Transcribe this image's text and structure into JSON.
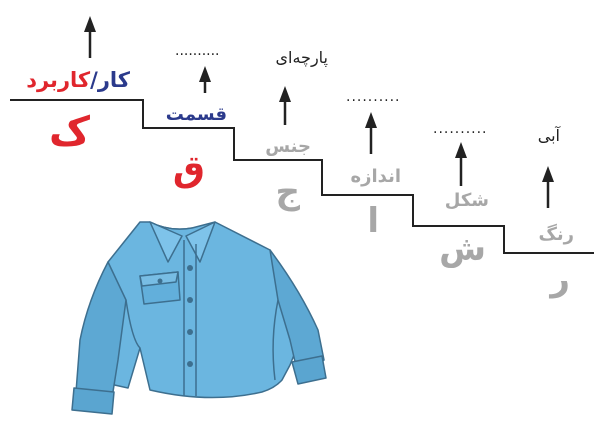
{
  "colors": {
    "red": "#e0262d",
    "blue": "#2b3a8c",
    "gray": "#a7a7a7",
    "ink": "#222222",
    "shirt": "#6bb6e0"
  },
  "steps": [
    {
      "key": "kar",
      "label_parts": [
        "کار",
        "/",
        "کاربرد"
      ],
      "letter": "ک",
      "value": ""
    },
    {
      "key": "ghesmat",
      "label": "قسمت",
      "letter": "ق",
      "value": ".........."
    },
    {
      "key": "jens",
      "label": "جنس",
      "letter": "ج",
      "value": "پارچه‌ای"
    },
    {
      "key": "andaze",
      "label": "اندازه",
      "letter": "ا",
      "value": ".........."
    },
    {
      "key": "shekl",
      "label": "شکل",
      "letter": "ش",
      "value": ".........."
    },
    {
      "key": "rang",
      "label": "رنگ",
      "letter": "ر",
      "value": "آبی"
    }
  ],
  "illustration": {
    "name": "shirt-illustration"
  }
}
